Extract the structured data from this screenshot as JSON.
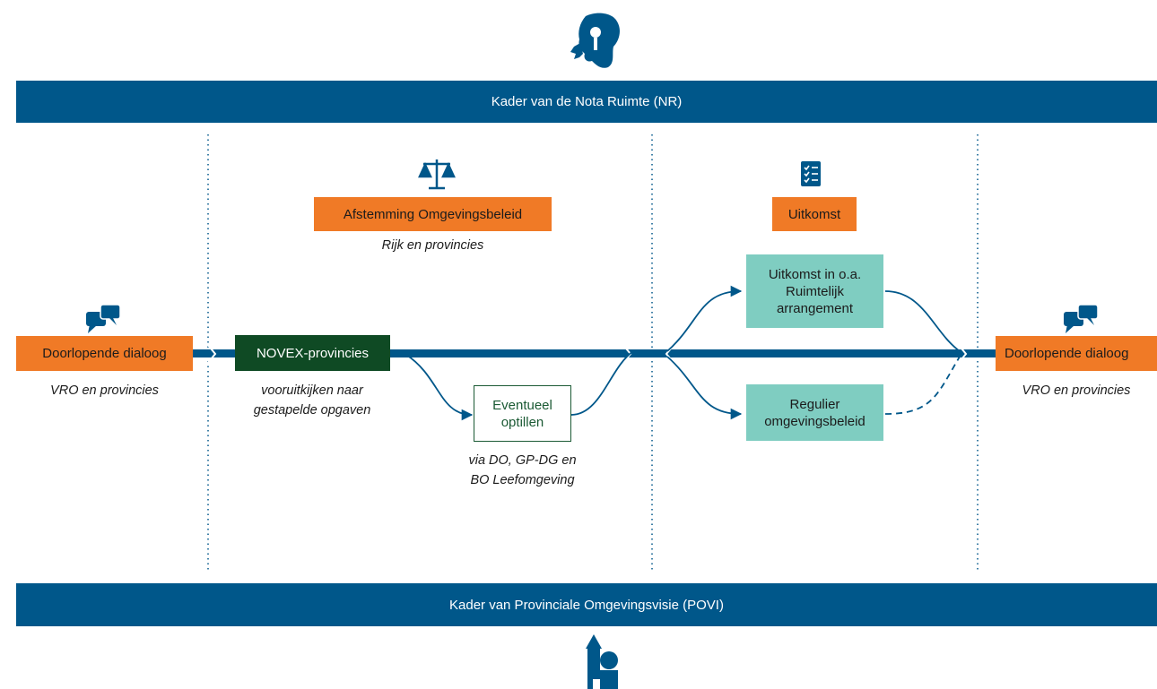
{
  "top_band": {
    "label": "Kader van de Nota Ruimte (NR)"
  },
  "bottom_band": {
    "label": "Kader van Provinciale Omgevingsvisie (POVI)"
  },
  "left_node": {
    "label": "Doorlopende dialoog",
    "caption": "VRO en provincies"
  },
  "right_node": {
    "label": "Doorlopende dialoog",
    "caption": "VRO en provincies"
  },
  "novex": {
    "label": "NOVEX-provincies",
    "caption": "vooruitkijken naar\ngestapelde opgaven"
  },
  "afstemming": {
    "label": "Afstemming Omgevingsbeleid",
    "caption": "Rijk en provincies"
  },
  "uitkomst": {
    "label": "Uitkomst"
  },
  "eventueel": {
    "label": "Eventueel\noptillen",
    "caption": "via DO, GP-DG en\nBO Leefomgeving"
  },
  "ruimtelijk": {
    "label": "Uitkomst in o.a.\nRuimtelijk\narrangement"
  },
  "regulier": {
    "label": "Regulier\nomgevingsbeleid"
  },
  "icons": [
    "netherlands-map-icon",
    "scales-icon",
    "checklist-icon",
    "speech-bubbles-icon",
    "village-church-icon"
  ],
  "colors": {
    "band_blue": "#00578a",
    "flow_blue": "#00578a",
    "orange": "#f07a26",
    "dark_green": "#0f4a24",
    "teal": "#7fcdc1"
  }
}
